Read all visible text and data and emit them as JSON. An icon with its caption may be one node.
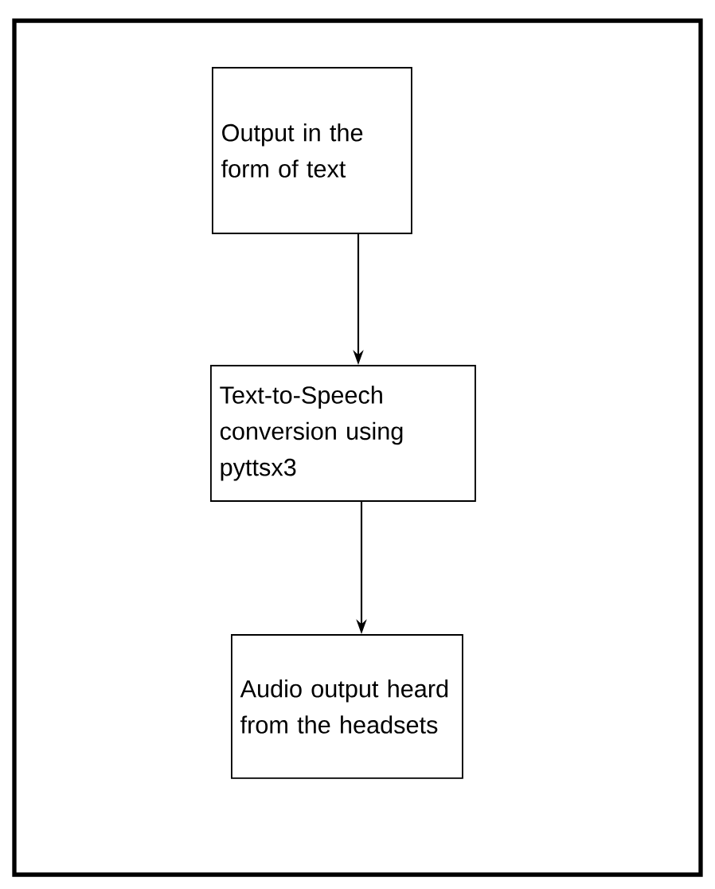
{
  "diagram": {
    "nodes": [
      {
        "text": [
          "Output in the form of text"
        ]
      },
      {
        "text": [
          "Text-to-Speech conversion using pyttsx3"
        ]
      },
      {
        "text": [
          "Audio output heard from the headsets"
        ]
      }
    ],
    "edges": [
      {
        "from": 0,
        "to": 1,
        "arrow": "to"
      },
      {
        "from": 1,
        "to": 2,
        "arrow": "to"
      }
    ]
  }
}
